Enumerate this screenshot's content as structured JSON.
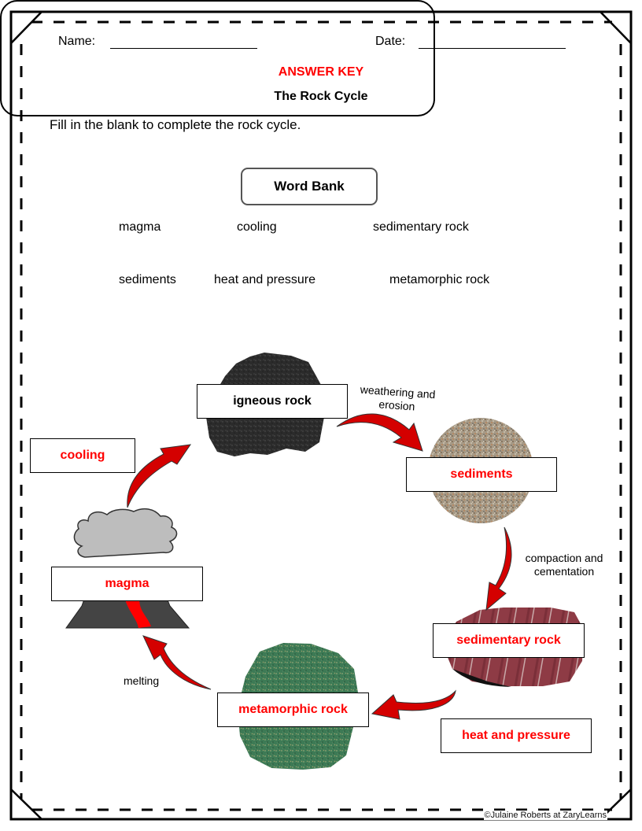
{
  "header": {
    "name_label": "Name:",
    "date_label": "Date:"
  },
  "answer_key_label": "ANSWER KEY",
  "title": "The Rock Cycle",
  "instructions": "Fill in the blank to complete the rock cycle.",
  "word_bank": {
    "title": "Word Bank",
    "words": [
      "magma",
      "cooling",
      "sedimentary rock",
      "sediments",
      "heat and pressure",
      "metamorphic rock"
    ]
  },
  "cycle": {
    "stages": {
      "igneous": "igneous rock",
      "sediments": "sediments",
      "sedimentary": "sedimentary rock",
      "metamorphic": "metamorphic rock",
      "magma": "magma"
    },
    "answers": {
      "cooling": "cooling",
      "heat_pressure": "heat and pressure"
    },
    "processes": {
      "weathering_line1": "weathering and",
      "weathering_line2": "erosion",
      "compaction_line1": "compaction and",
      "compaction_line2": "cementation",
      "melting": "melting"
    }
  },
  "colors": {
    "answer": "#ff0000",
    "arrow": "#d40000"
  },
  "copyright": "©Julaine Roberts at ZaryLearns"
}
